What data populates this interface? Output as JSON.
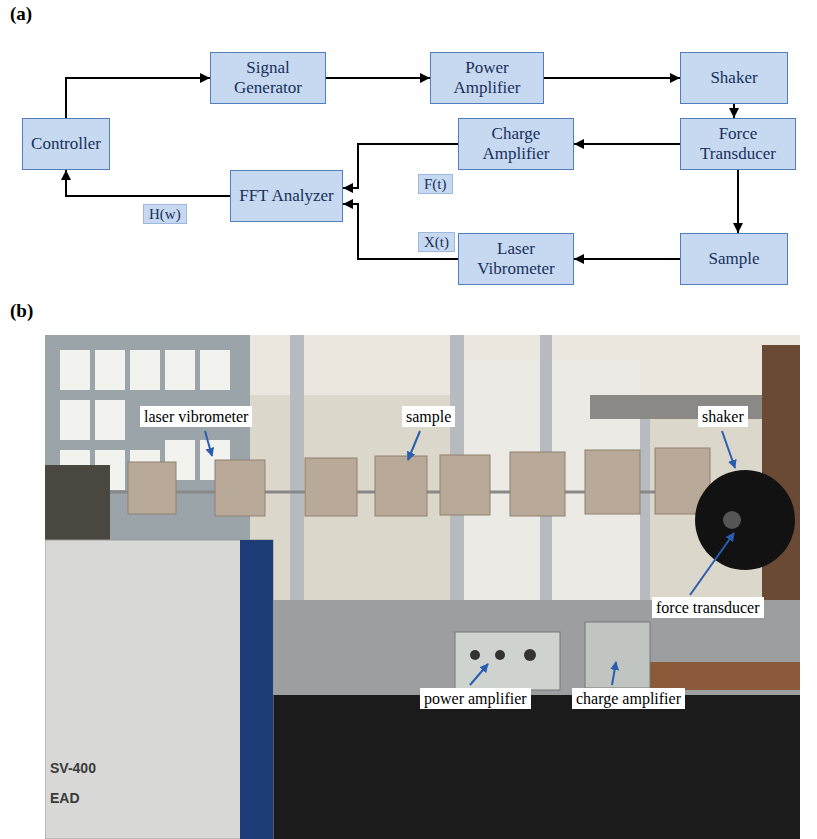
{
  "diagram": {
    "nodes": [
      {
        "text": [
          "Controller"
        ]
      },
      {
        "text": [
          "Signal Generator"
        ]
      },
      {
        "text": [
          "Power Amplifier"
        ]
      },
      {
        "text": [
          "Shaker"
        ]
      },
      {
        "text": [
          "Force Transducer"
        ]
      },
      {
        "text": [
          "Charge Amplifier"
        ]
      },
      {
        "text": [
          "FFT Analyzer"
        ]
      },
      {
        "text": [
          "Sample"
        ]
      },
      {
        "text": [
          "Laser Vibrometer"
        ]
      }
    ],
    "edges": [
      {
        "from": 0,
        "to": 1,
        "arrow": "to"
      },
      {
        "from": 1,
        "to": 2,
        "arrow": "to"
      },
      {
        "from": 2,
        "to": 3,
        "arrow": "to"
      },
      {
        "from": 3,
        "to": 4,
        "arrow": "to"
      },
      {
        "from": 4,
        "to": 5,
        "arrow": "to"
      },
      {
        "from": 4,
        "to": 7,
        "arrow": "to"
      },
      {
        "from": 5,
        "to": 6,
        "label": "F(t)",
        "arrow": "to"
      },
      {
        "from": 7,
        "to": 8,
        "arrow": "to"
      },
      {
        "from": 8,
        "to": 6,
        "label": "X(t)",
        "arrow": "to"
      },
      {
        "from": 6,
        "to": 0,
        "label": "H(w)",
        "arrow": "to"
      }
    ],
    "labels": [
      "(a)",
      "(b)",
      "laser vibrometer",
      "sample",
      "shaker",
      "force transducer",
      "power amplifier",
      "charge amplifier",
      "SV-400",
      "EAD"
    ]
  }
}
